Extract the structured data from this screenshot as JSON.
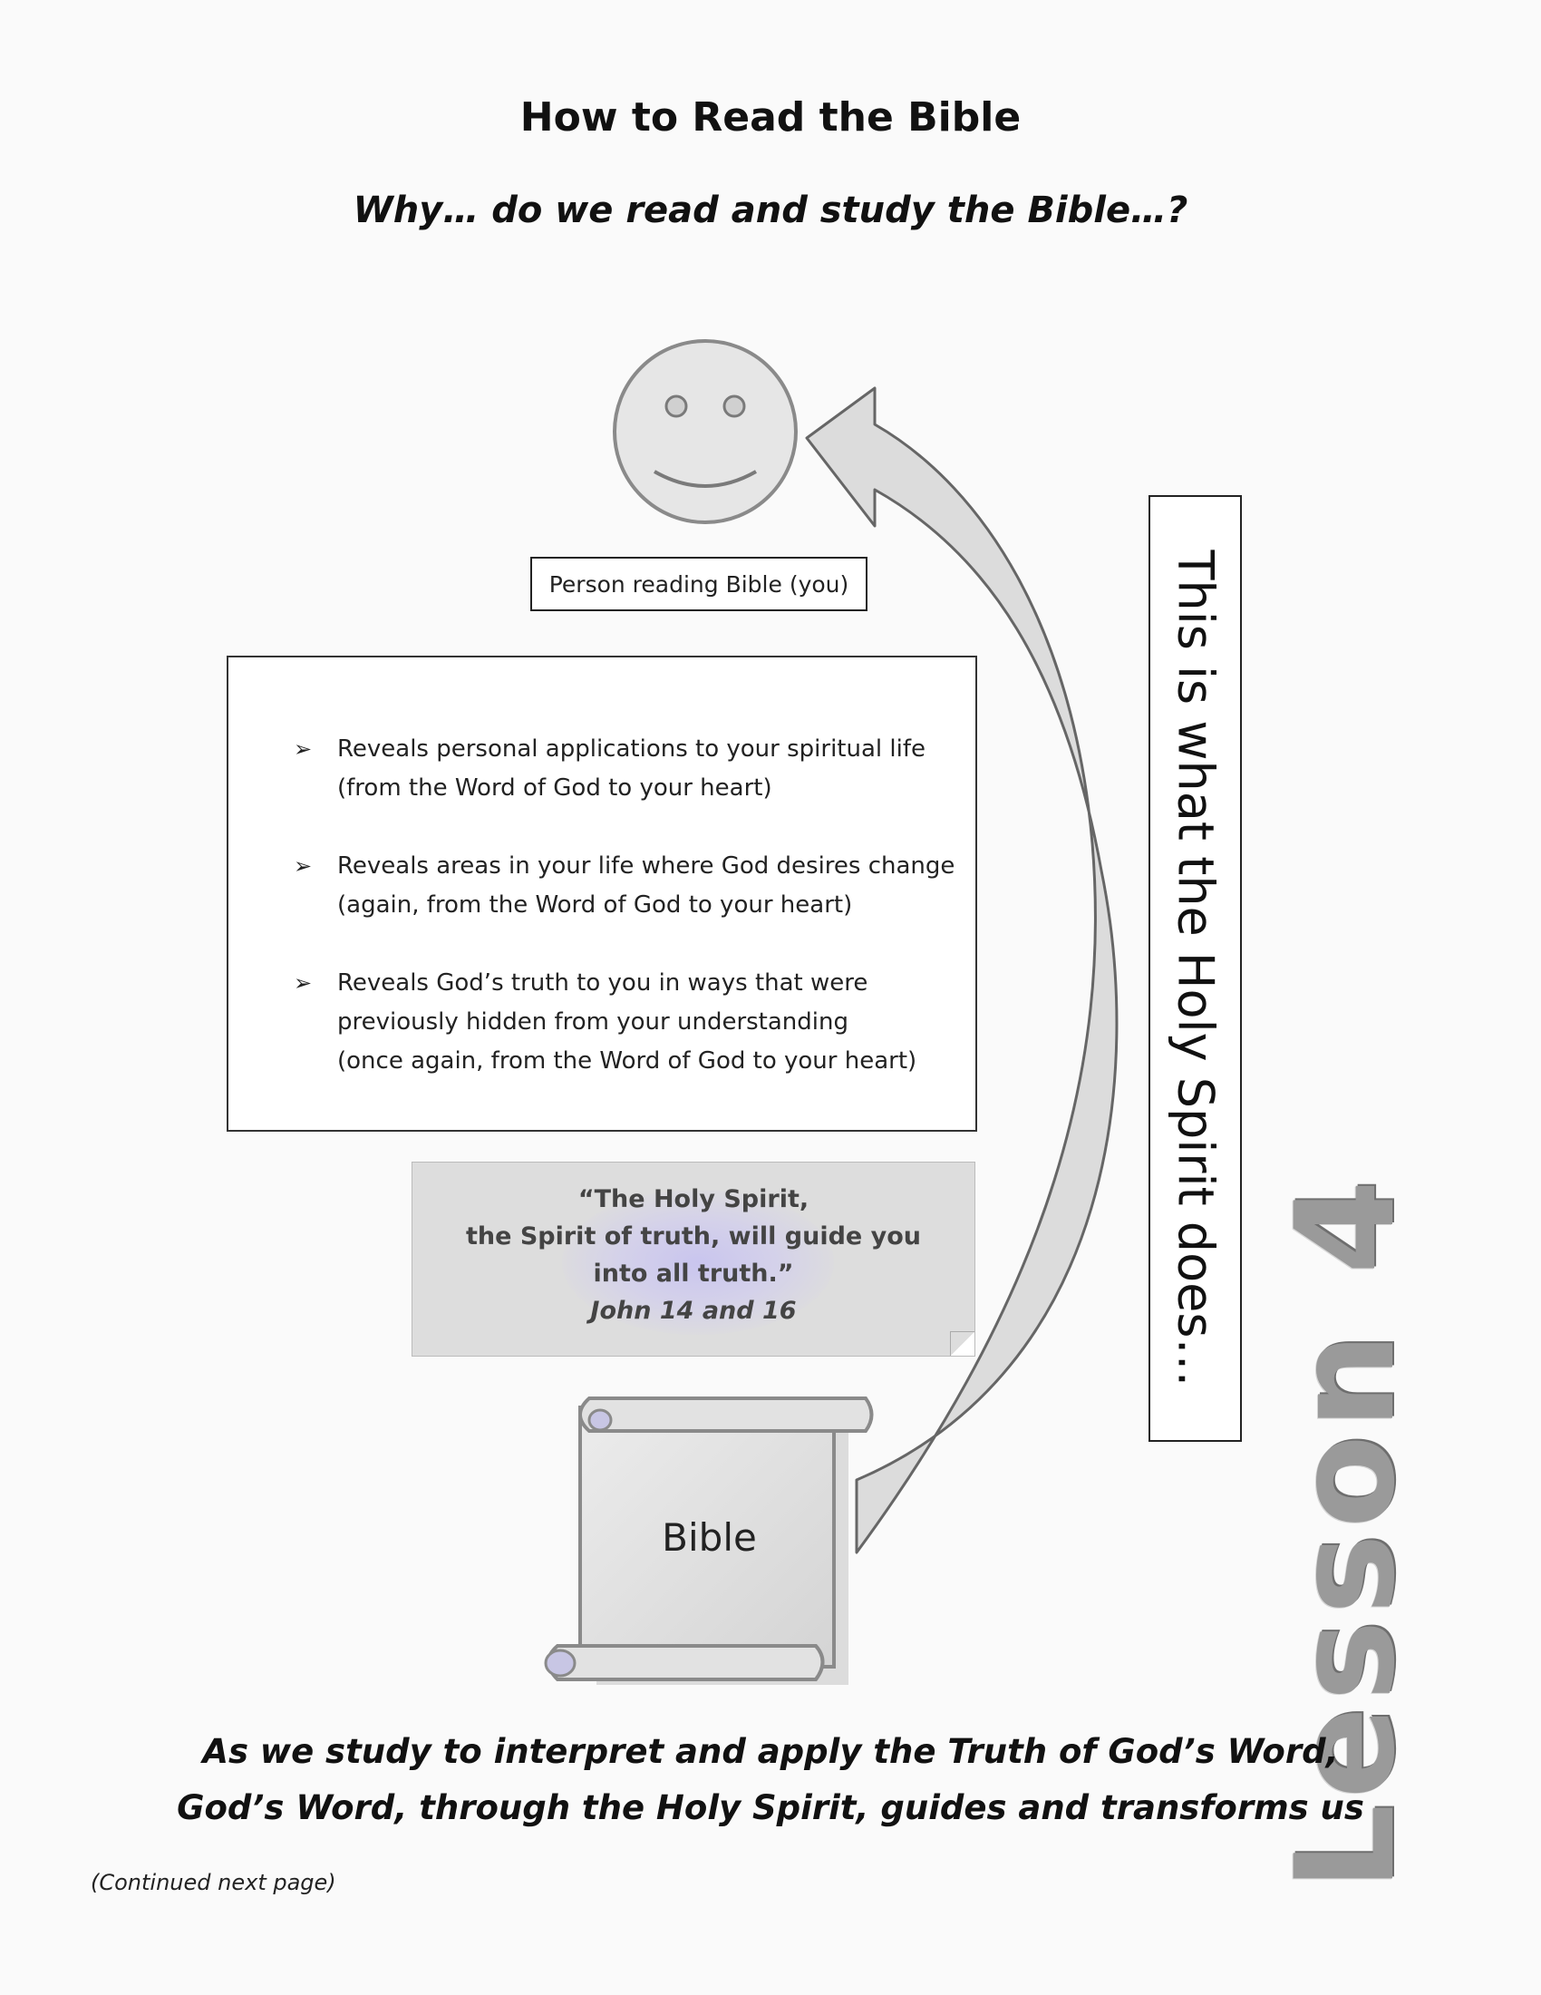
{
  "page": {
    "title": "How to Read the Bible",
    "subtitle": "Why… do we read and study the Bible…?"
  },
  "diagram": {
    "person_label": "Person reading Bible (you)",
    "reveals": [
      {
        "lines": [
          "Reveals personal applications to your spiritual life",
          "(from the Word of God to your heart)"
        ]
      },
      {
        "lines": [
          "Reveals areas in your life where God desires change",
          "(again, from the Word of God to your heart)"
        ]
      },
      {
        "lines": [
          "Reveals God’s truth to you in ways that were",
          "previously hidden from your understanding",
          "(once again, from the Word of God to your heart)"
        ]
      }
    ],
    "quote": {
      "line1": "“The Holy Spirit,",
      "line2": "the Spirit of truth, will guide you",
      "line3": "into all truth.”",
      "reference": "John 14 and 16"
    },
    "bible_label": "Bible",
    "holy_spirit_label": "This is what the Holy Spirit does…"
  },
  "lesson_label": "Lesson 4",
  "conclusion": {
    "line1": "As we study to interpret and apply the Truth of God’s Word,",
    "line2": "God’s Word, through the Holy Spirit, guides and transforms us"
  },
  "footer": {
    "continued": "(Continued next page)"
  },
  "colors": {
    "shape_fill": "#e4e4e4",
    "shape_stroke": "#8a8a8a",
    "quote_background": "#dddddd",
    "lesson_text": "#9a9a9a"
  },
  "icons": {
    "person": "smiley-face-icon",
    "bullet": "arrowhead-bullet-icon",
    "flow": "curved-arrow-icon",
    "bible": "scroll-icon"
  }
}
